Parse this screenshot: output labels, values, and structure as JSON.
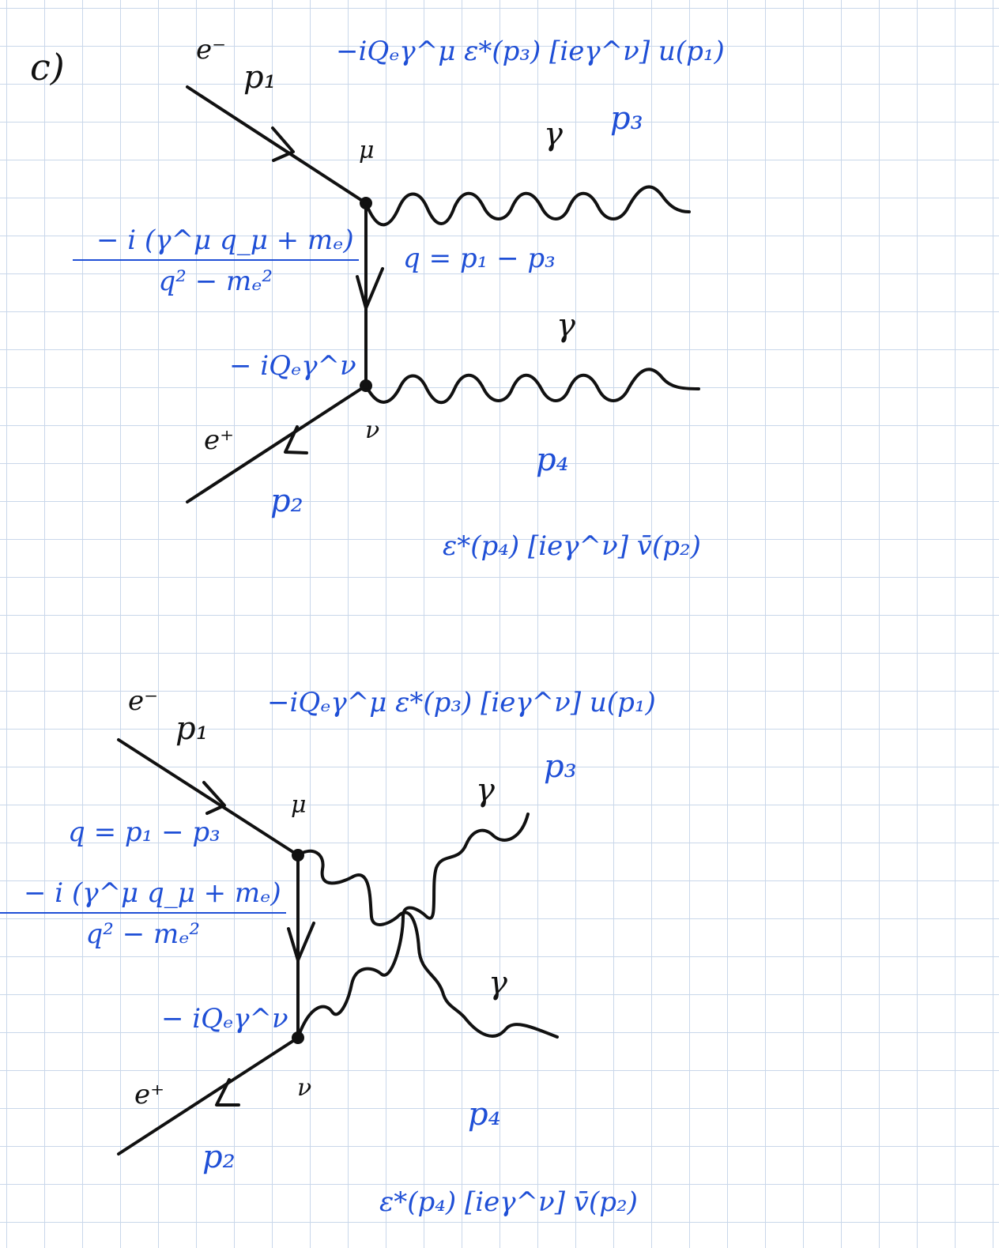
{
  "part_label": "c)",
  "colors": {
    "ink": "#111111",
    "annotation": "#1f4fd6",
    "grid": "#c9d7ea"
  },
  "diagram_1": {
    "electron_label": "e⁻",
    "p1": "p₁",
    "top_vertex_factor": "−iQₑγ^μ  ε*(p₃) [ieγ^ν] u(p₁)",
    "gamma_top": "γ",
    "p3": "p₃",
    "mu": "μ",
    "q_def": "q = p₁ − p₃",
    "propagator_num": "− i (γ^μ q_μ + mₑ)",
    "propagator_den": "q² − mₑ²",
    "gamma_bottom": "γ",
    "bottom_vertex_factor": "− iQₑγ^ν",
    "positron_label": "e⁺",
    "nu": "ν",
    "p4": "p₄",
    "p2": "p₂",
    "bottom_factor": "ε*(p₄) [ieγ^ν] v̄(p₂)"
  },
  "diagram_2": {
    "electron_label": "e⁻",
    "p1": "p₁",
    "top_vertex_factor": "−iQₑγ^μ  ε*(p₃) [ieγ^ν] u(p₁)",
    "gamma_top": "γ",
    "p3": "p₃",
    "mu": "μ",
    "q_def": "q = p₁ − p₃",
    "propagator_num": "− i (γ^μ q_μ + mₑ)",
    "propagator_den": "q² − mₑ²",
    "gamma_bottom": "γ",
    "bottom_vertex_factor": "− iQₑγ^ν",
    "positron_label": "e⁺",
    "nu": "ν",
    "p4": "p₄",
    "p2": "p₂",
    "bottom_factor": "ε*(p₄) [ieγ^ν] v̄(p₂)"
  }
}
